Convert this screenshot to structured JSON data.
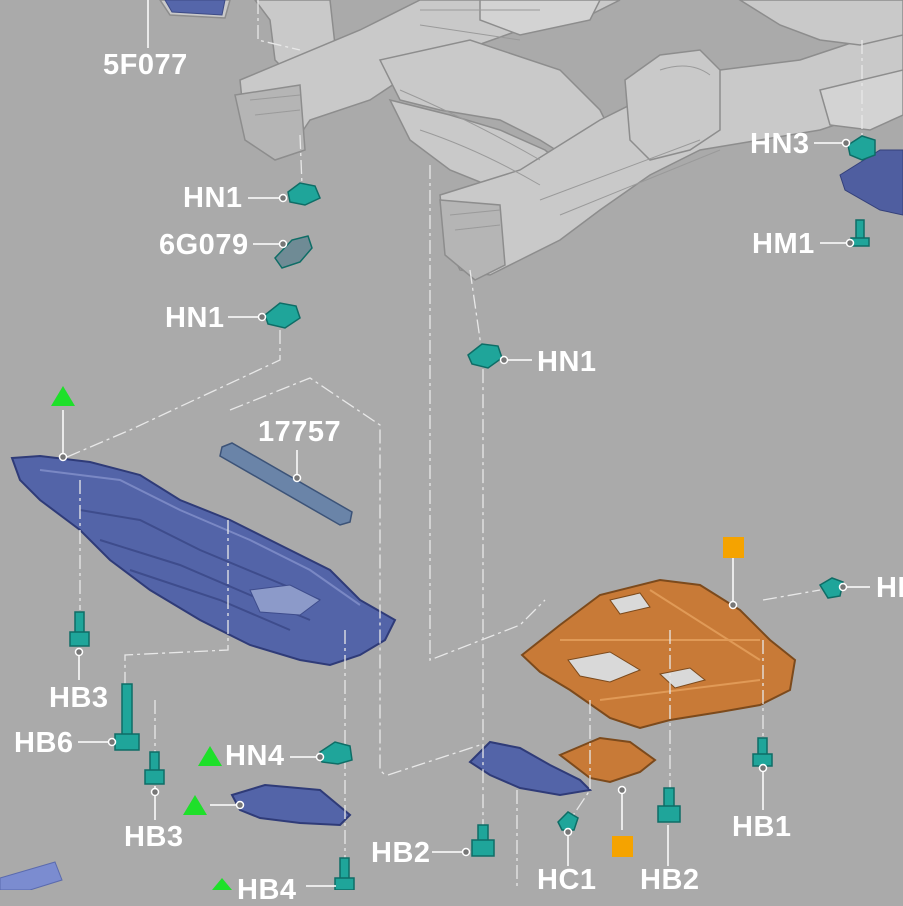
{
  "labels": {
    "p5f077": "5F077",
    "hn1_a": "HN1",
    "p6g079": "6G079",
    "hn1_b": "HN1",
    "hn1_c": "HN1",
    "hn3": "HN3",
    "hm1": "HM1",
    "p17757": "17757",
    "hb3_a": "HB3",
    "hb6": "HB6",
    "hn4": "HN4",
    "hb3_b": "HB3",
    "hb2_a": "HB2",
    "hc1": "HC1",
    "hb2_b": "HB2",
    "hb1": "HB1",
    "hb4": "HB4",
    "edge_right": "HI"
  },
  "colors": {
    "background": "#aaaaaa",
    "frame": "#c9c9c9",
    "frame_edge": "#8a8a8a",
    "fastener": "#1fa59a",
    "blue_shield": "#4f5ea0",
    "orange_shield": "#c87a37",
    "triangle": "#1ee02a",
    "square": "#f5a300",
    "leader": "#ffffff"
  }
}
